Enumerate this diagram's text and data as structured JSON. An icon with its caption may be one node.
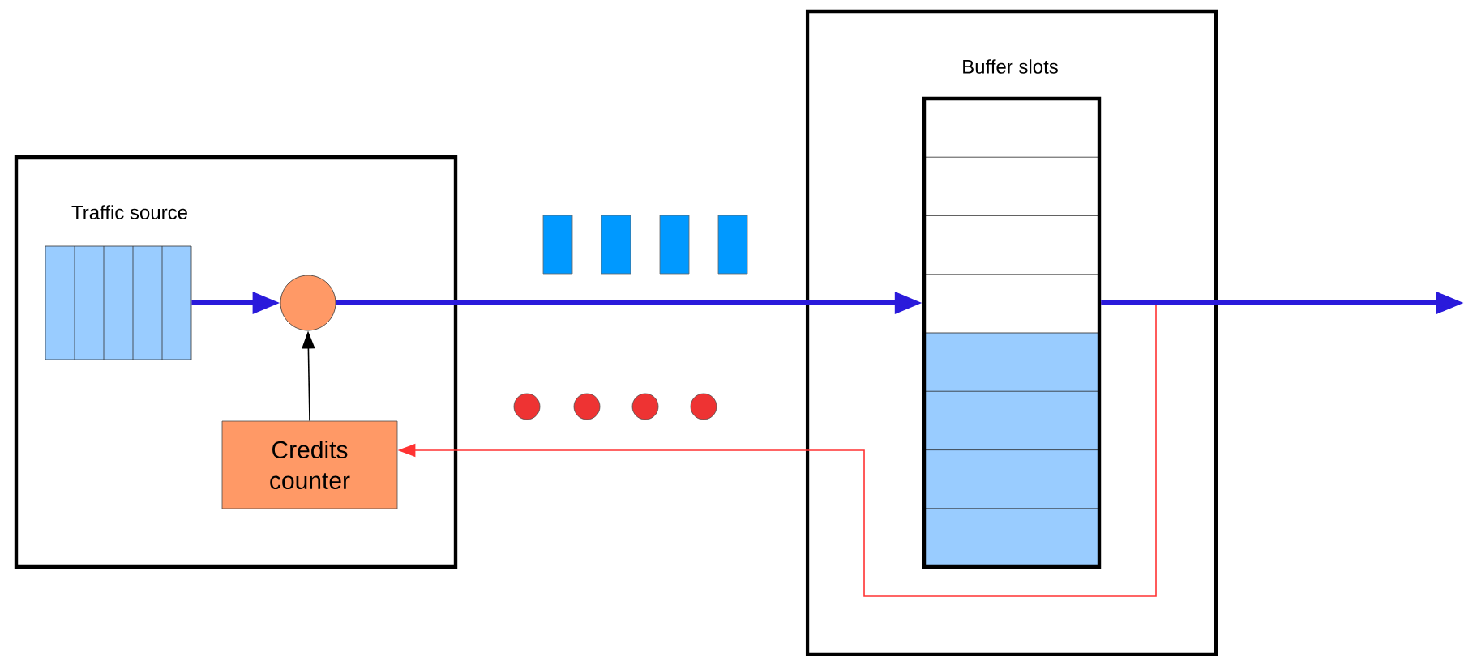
{
  "diagram": {
    "nodes": [
      {
        "text": [
          "Traffic source"
        ]
      },
      {
        "text": [],
        "shape": "box",
        "in": 0
      },
      {
        "text": [],
        "shape": "circle",
        "in": 0
      },
      {
        "text": [
          "Credits counter"
        ],
        "in": 0
      },
      {
        "text": [
          "Buffer slots"
        ]
      },
      {
        "text": [],
        "shape": "box",
        "in": 4
      }
    ],
    "edges": [
      {
        "from": 1,
        "to": 2,
        "arrow": "to"
      },
      {
        "from": 2,
        "to": 5,
        "arrow": "to"
      },
      {
        "from": 5,
        "to": null,
        "arrow": "to"
      },
      {
        "from": 3,
        "to": 2,
        "arrow": "to",
        "color": "#000000"
      },
      {
        "from": 5,
        "to": 3,
        "arrow": "to",
        "color": "#ff3333"
      }
    ]
  }
}
